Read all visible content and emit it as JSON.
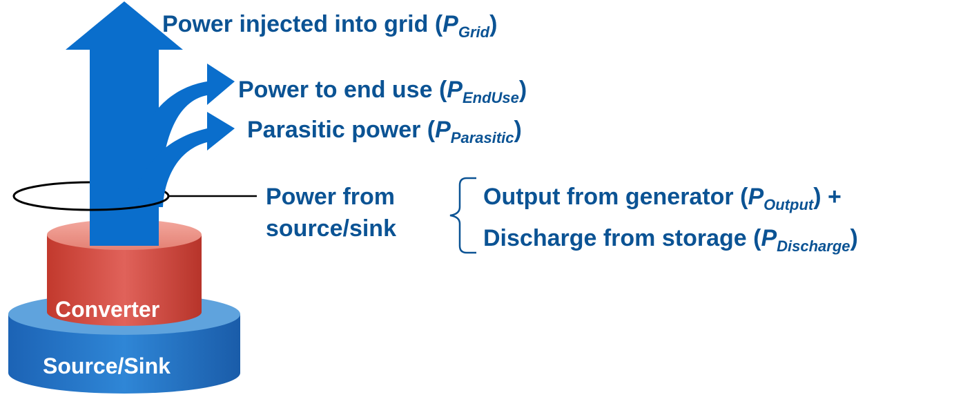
{
  "colors": {
    "arrow": "#0a6ecc",
    "text": "#0b5394",
    "converter": "#d9574a",
    "source": "#2c7fd0"
  },
  "labels": {
    "grid": {
      "text": "Power injected into grid (",
      "sym": "P",
      "sub": "Grid",
      "close": ")"
    },
    "enduse": {
      "text": "Power to end use (",
      "sym": "P",
      "sub": "EndUse",
      "close": ")"
    },
    "parasitic": {
      "text": "Parasitic power (",
      "sym": "P",
      "sub": "Parasitic",
      "close": ")"
    },
    "power_from_line1": "Power from",
    "power_from_line2": "source/sink",
    "output": {
      "text": "Output from generator (",
      "sym": "P",
      "sub": "Output",
      "close": ")  +"
    },
    "discharge": {
      "text": "Discharge from storage (",
      "sym": "P",
      "sub": "Discharge",
      "close": ")"
    },
    "converter": "Converter",
    "source_sink": "Source/Sink"
  }
}
